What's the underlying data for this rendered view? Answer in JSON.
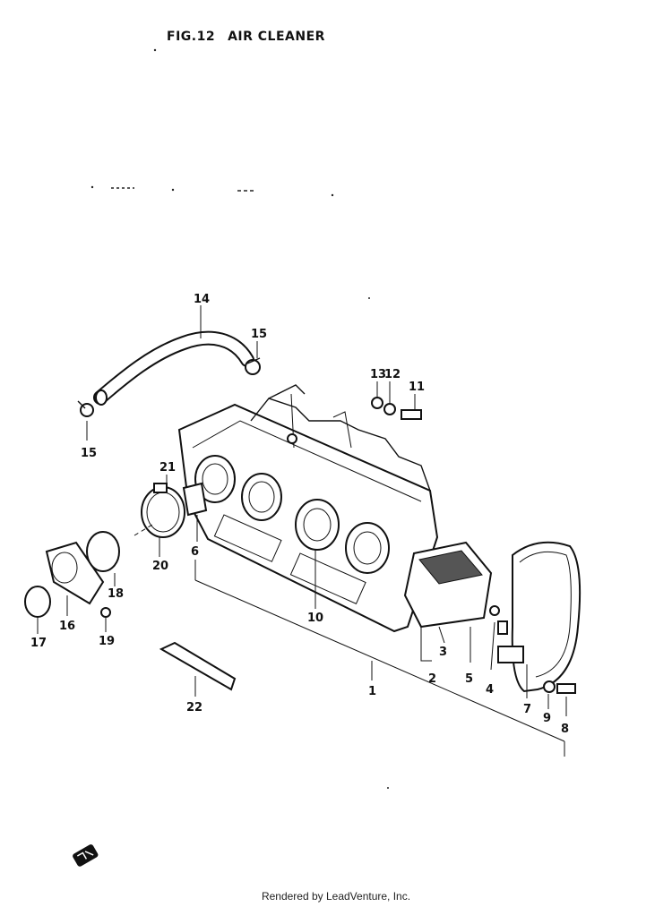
{
  "figure": {
    "number": "FIG.12",
    "title": "AIR CLEANER"
  },
  "callouts": [
    "14",
    "15",
    "15",
    "13",
    "12",
    "11",
    "21",
    "20",
    "6",
    "10",
    "18",
    "16",
    "17",
    "19",
    "22",
    "1",
    "2",
    "3",
    "5",
    "4",
    "7",
    "9",
    "8"
  ],
  "footer": "Rendered by LeadVenture, Inc.",
  "icons": {
    "corner_logo": "manufacturer-logo-icon"
  }
}
